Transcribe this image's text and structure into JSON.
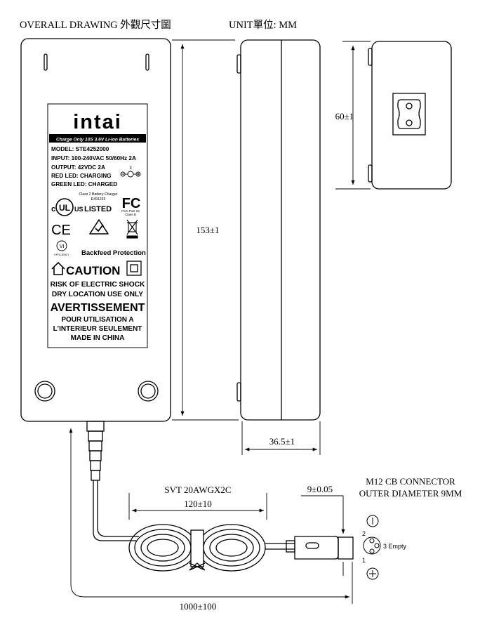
{
  "header": {
    "title": "OVERALL DRAWING 外觀尺寸圖",
    "unit": "UNIT單位: MM"
  },
  "label": {
    "brand": "intai",
    "battery_line": "Charge Only 10S 3.6V Li-ion Batteries",
    "model": "MODEL: STE4252000",
    "input": "INPUT: 100-240VAC 50/60Hz  2A",
    "output": "OUTPUT: 42VDC 2A",
    "red_led": "RED LED: CHARGING",
    "green_led": "GREEN LED: CHARGED",
    "ul_c": "c",
    "ul_mark": "UL",
    "ul_us": "US",
    "ul_listed": "LISTED",
    "ul_class": "Class 2 Battery Charger",
    "ul_file": "E491233",
    "fcc_mark": "FC",
    "fcc_part": "FCC Part 15",
    "fcc_class": "Class B",
    "ce_mark": "CE",
    "vi_mark": "VI",
    "efficiency": "EFFICIENCY",
    "backfeed": "Backfeed Protection",
    "caution": "CAUTION",
    "risk": "RISK OF ELECTRIC SHOCK",
    "dry": "DRY LOCATION USE ONLY",
    "avert": "AVERTISSEMENT",
    "pour": "POUR UTILISATION A",
    "interieur": "L'INTERIEUR SEULEMENT",
    "made": "MADE IN CHINA",
    "polarity_pin": "3"
  },
  "dimensions": {
    "length": "153±1",
    "depth": "36.5±1",
    "width": "60±1",
    "cable_spec": "SVT  20AWGX2C",
    "coil_length": "120±10",
    "cable_length": "1000±100",
    "plug_length": "9±0.05"
  },
  "connector": {
    "title": "M12 CB CONNECTOR",
    "subtitle": "OUTER DIAMETER 9MM",
    "pin2": "2",
    "pin1": "1",
    "pin3": "3 Empty"
  }
}
